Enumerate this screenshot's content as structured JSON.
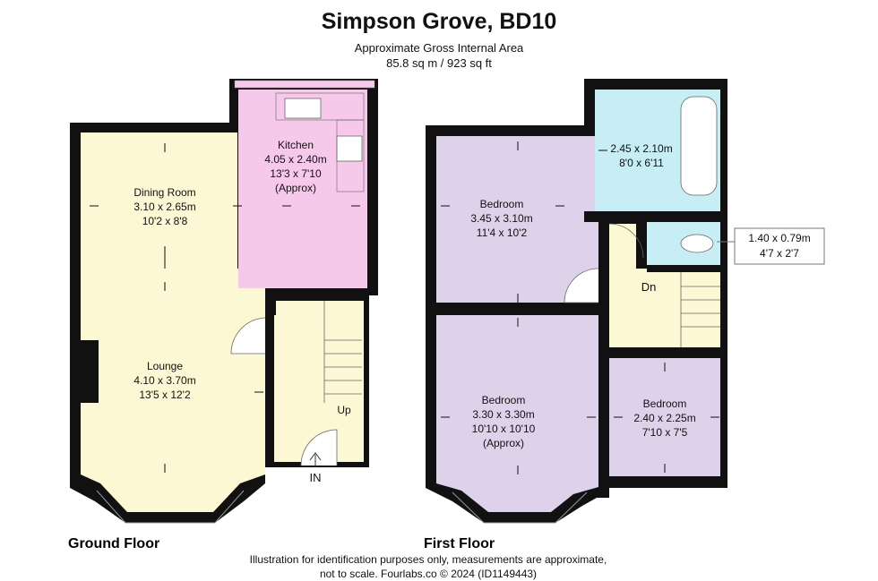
{
  "header": {
    "title": "Simpson Grove, BD10",
    "subtitle": "Approximate Gross Internal Area",
    "area": "85.8 sq m / 923 sq ft"
  },
  "ground_floor": {
    "label": "Ground Floor",
    "dining": {
      "name": "Dining Room",
      "metric": "3.10 x 2.65m",
      "imperial": "10'2 x 8'8"
    },
    "lounge": {
      "name": "Lounge",
      "metric": "4.10 x 3.70m",
      "imperial": "13'5 x 12'2"
    },
    "kitchen": {
      "name": "Kitchen",
      "metric": "4.05 x 2.40m",
      "imperial": "13'3 x 7'10",
      "note": "(Approx)"
    },
    "stairs_label": "Up",
    "entrance_label": "IN"
  },
  "first_floor": {
    "label": "First Floor",
    "bedroom1": {
      "name": "Bedroom",
      "metric": "3.45 x 3.10m",
      "imperial": "11'4 x 10'2"
    },
    "bedroom2": {
      "name": "Bedroom",
      "metric": "3.30 x 3.30m",
      "imperial": "10'10 x 10'10",
      "note": "(Approx)"
    },
    "bedroom3": {
      "name": "Bedroom",
      "metric": "2.40 x 2.25m",
      "imperial": "7'10 x 7'5"
    },
    "bathroom": {
      "metric": "2.45 x 2.10m",
      "imperial": "8'0 x 6'11"
    },
    "wc": {
      "metric": "1.40 x 0.79m",
      "imperial": "4'7 x 2'7"
    },
    "stairs_label": "Dn"
  },
  "footer": {
    "line1": "Illustration for identification purposes only, measurements are approximate,",
    "line2": "not to scale. Fourlabs.co © 2024 (ID1149443)"
  },
  "colors": {
    "lounge": "#fcf8d4",
    "kitchen": "#f6c9ea",
    "hall": "#fcf8d4",
    "bedroom": "#ddd2e9",
    "bathroom": "#c6eef4",
    "wall": "#111111"
  }
}
